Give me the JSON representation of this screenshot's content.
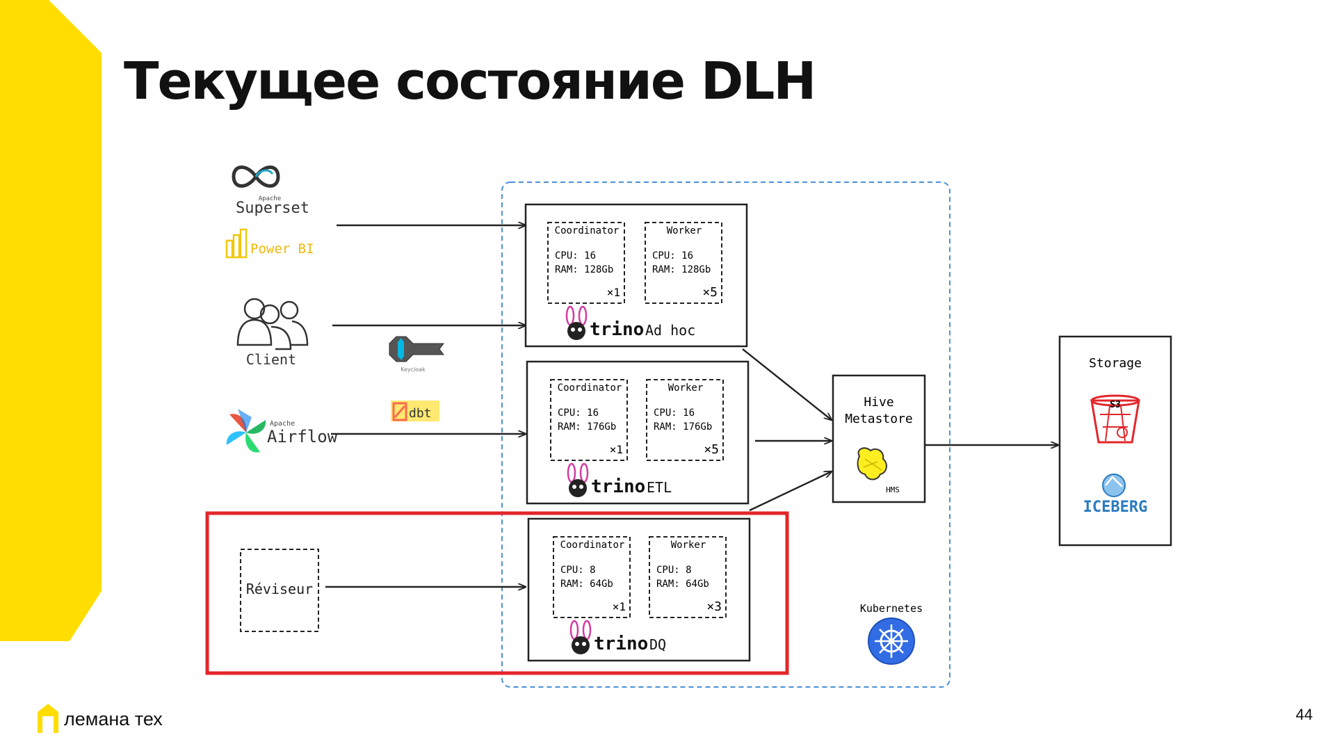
{
  "slide": {
    "title": "Текущее состояние DLH",
    "page_number": "44",
    "brand": "лемана тех",
    "accent_color": "#FFDD00",
    "highlight_color": "#E3262A",
    "k8s_border_color": "#4A90D9"
  },
  "sources": {
    "superset_small": "Apache",
    "superset": "Superset",
    "powerbi": "Power BI",
    "client": "Client",
    "keycloak": "Keycloak",
    "dbt": "dbt",
    "airflow_small": "Apache",
    "airflow": "Airflow",
    "reviseur": "Réviseur"
  },
  "clusters": [
    {
      "name": "Ad hoc",
      "brand": "trino",
      "coordinator": {
        "title": "Coordinator",
        "cpu": "CPU: 16",
        "ram": "RAM: 128Gb",
        "count": "×1"
      },
      "worker": {
        "title": "Worker",
        "cpu": "CPU: 16",
        "ram": "RAM: 128Gb",
        "count": "×5"
      }
    },
    {
      "name": "ETL",
      "brand": "trino",
      "coordinator": {
        "title": "Coordinator",
        "cpu": "CPU: 16",
        "ram": "RAM: 176Gb",
        "count": "×1"
      },
      "worker": {
        "title": "Worker",
        "cpu": "CPU: 16",
        "ram": "RAM: 176Gb",
        "count": "×5"
      }
    },
    {
      "name": "DQ",
      "brand": "trino",
      "coordinator": {
        "title": "Coordinator",
        "cpu": "CPU: 8",
        "ram": "RAM: 64Gb",
        "count": "×1"
      },
      "worker": {
        "title": "Worker",
        "cpu": "CPU: 8",
        "ram": "RAM: 64Gb",
        "count": "×3"
      }
    }
  ],
  "metastore": {
    "line1": "Hive",
    "line2": "Metastore",
    "badge": "HMS"
  },
  "kubernetes": {
    "label": "Kubernetes"
  },
  "storage": {
    "title": "Storage",
    "s3": "S3",
    "iceberg": "ICEBERG"
  }
}
